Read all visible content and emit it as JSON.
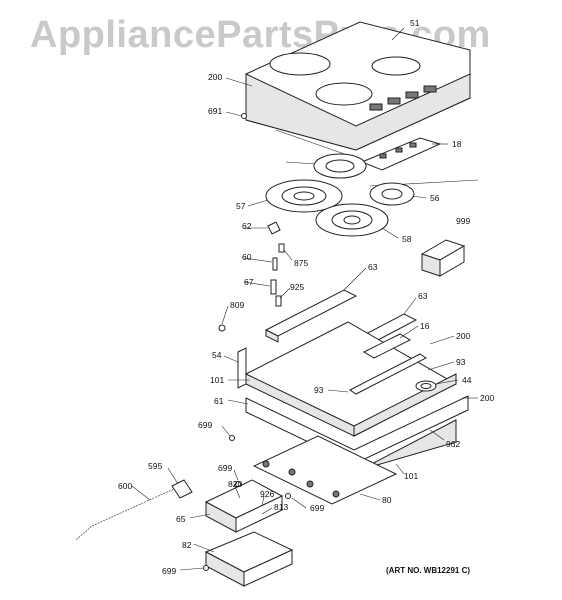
{
  "watermark": "AppliancePartsPros.com",
  "art_number": "(ART NO. WB12291 C)",
  "callouts": {
    "c51": "51",
    "c200_top": "200",
    "c691": "691",
    "c18": "18",
    "c57": "57",
    "c56": "56",
    "c999": "999",
    "c62": "62",
    "c58": "58",
    "c60": "60",
    "c875": "875",
    "c63_a": "63",
    "c67": "67",
    "c925": "925",
    "c63_b": "63",
    "c809": "809",
    "c16": "16",
    "c200_mid": "200",
    "c54": "54",
    "c93_a": "93",
    "c101_a": "101",
    "c93_b": "93",
    "c44": "44",
    "c61": "61",
    "c200_right": "200",
    "c699_a": "699",
    "c962": "962",
    "c595": "595",
    "c699_b": "699",
    "c101_b": "101",
    "c600": "600",
    "c820": "820",
    "c926": "926",
    "c813": "813",
    "c699_c": "699",
    "c80": "80",
    "c65": "65",
    "c82": "82",
    "c699_d": "699"
  }
}
